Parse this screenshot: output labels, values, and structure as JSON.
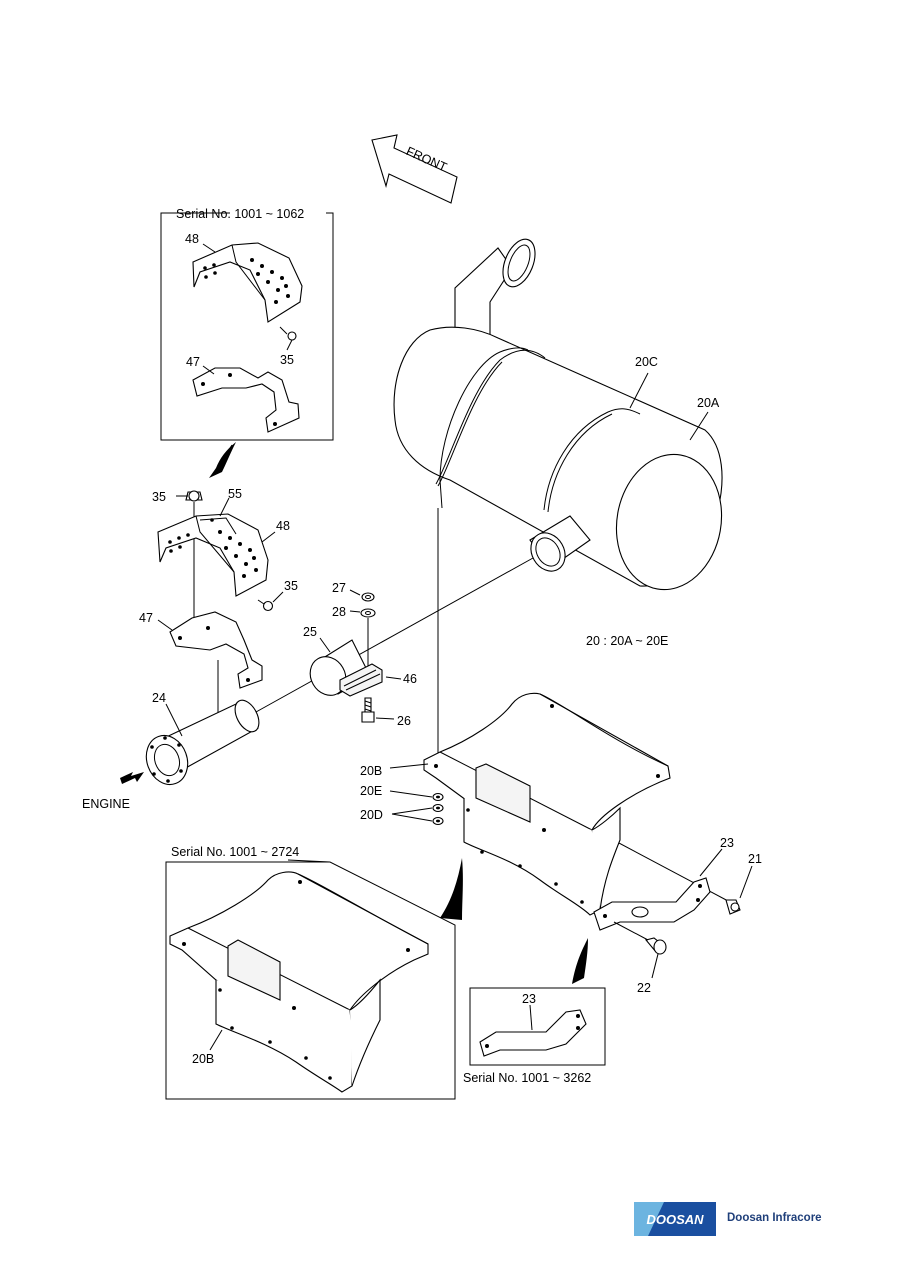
{
  "front_label": "FRONT",
  "engine_label": "ENGINE",
  "range_note": "20 : 20A ~ 20E",
  "detail_boxes": {
    "top_left_title": "Serial No. 1001 ~ 1062",
    "bottom_left_title": "Serial No. 1001 ~ 2724",
    "bottom_right_title": "Serial No. 1001 ~ 3262"
  },
  "callouts": {
    "p48_detail": "48",
    "p35_detail": "35",
    "p47_detail": "47",
    "p35_top": "35",
    "p55": "55",
    "p48": "48",
    "p35_side": "35",
    "p47": "47",
    "p24": "24",
    "p27": "27",
    "p28": "28",
    "p25": "25",
    "p46": "46",
    "p26": "26",
    "p20C": "20C",
    "p20A": "20A",
    "p20B": "20B",
    "p20E": "20E",
    "p20D": "20D",
    "p23": "23",
    "p21": "21",
    "p22": "22",
    "p20B_detail": "20B",
    "p23_detail": "23"
  },
  "brand": {
    "logo": "DOOSAN",
    "company": "Doosan Infracore",
    "logo_color": "#1a4fa0",
    "accent_color": "#6cb4e0"
  }
}
